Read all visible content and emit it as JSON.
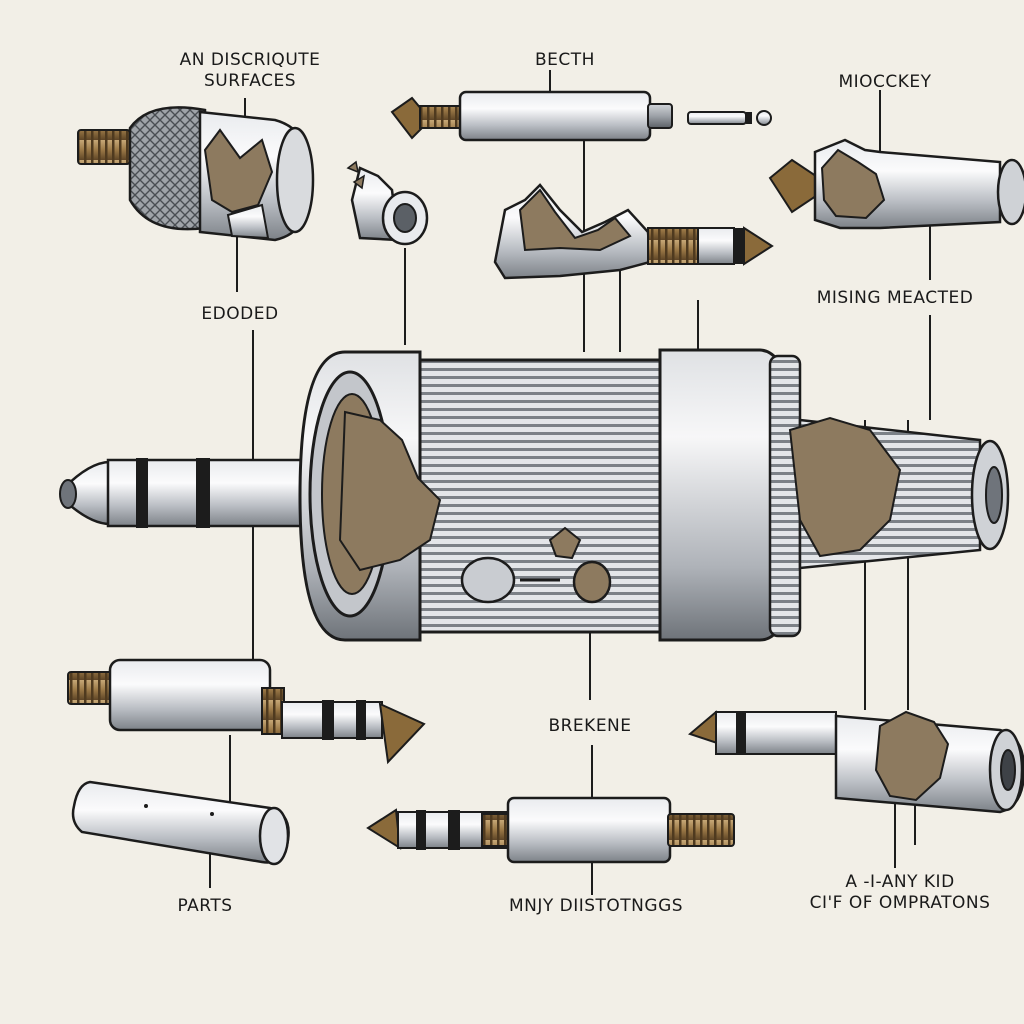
{
  "labels": {
    "l1_line1": "AN DISCRIQUTE",
    "l1_line2": "SURFACES",
    "l2": "BECTH",
    "l3": "MIOCCKEY",
    "l4": "EDODED",
    "l5": "MISING MEACTED",
    "l6": "BREKENE",
    "l7": "PARTS",
    "l8": "MNJY DIISTOTNGGS",
    "l9_line1": "A -I-ANY KID",
    "l9_line2": "CI'F OF OMPRATONS"
  },
  "colors": {
    "background": "#f2efe7",
    "metal": "#c9ccd1",
    "metal_dark": "#6f747b",
    "brass": "#8a6a3a",
    "damage": "#8d7a5f",
    "outline": "#1c1c1c"
  }
}
